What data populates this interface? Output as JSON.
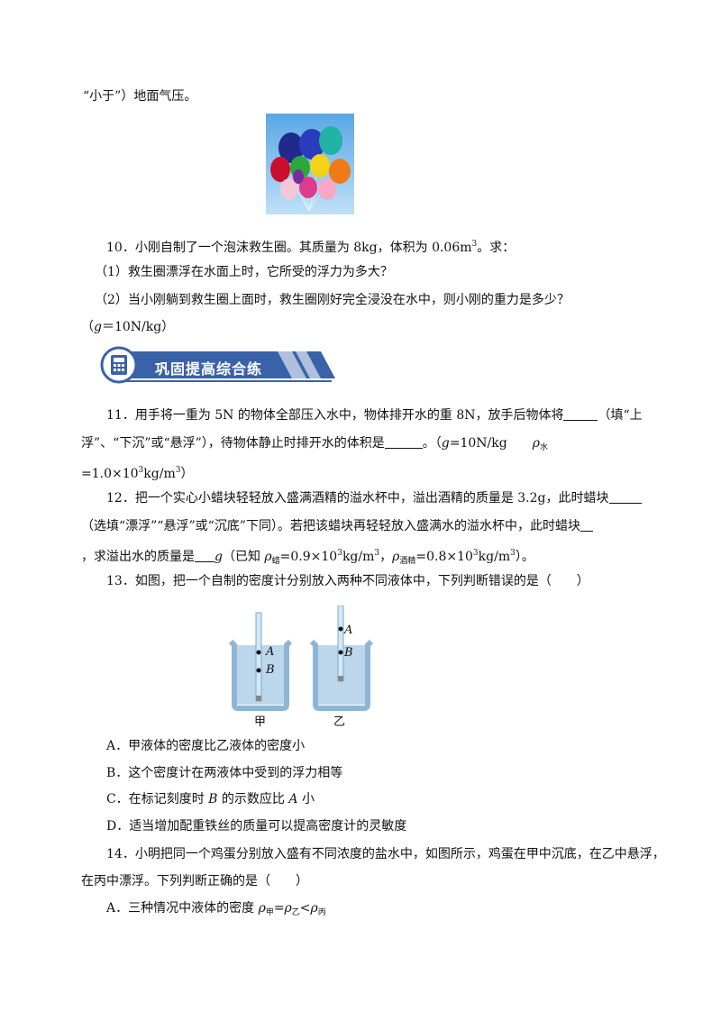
{
  "q9_tail": "“小于”）地面气压。",
  "q10": {
    "stem_a": "10．小刚自制了一个泡沫救生圈。其质量为 8kg，体积为 0.06m",
    "stem_sup": "3",
    "stem_b": "。求：",
    "part1": "（1）救生圈漂浮在水面上时，它所受的浮力为多大？",
    "part2": "（2）当小刚躺到救生圈上面时，救生圈刚好完全浸没在水中，则小刚的重力是多少？",
    "given_a": "（",
    "given_g": "g",
    "given_b": "＝10N/kg）"
  },
  "banner": {
    "title": "巩固提高综合练",
    "icon": "calculator-icon"
  },
  "q11": {
    "line1_a": "11．用手将一重为 5N 的物体全部压入水中，物体排开水的重 8N，放手后物体将",
    "line1_b": "（填“上",
    "line2_a": "浮”、“下沉”或“悬浮”），待物体静止时排开水的体积是",
    "line2_b": "。（",
    "line2_g": "g",
    "line2_c": "=10N/kg",
    "line2_rho": "ρ",
    "line2_rho_sub": "水",
    "line3_a": "=1.0×10",
    "line3_sup1": "3",
    "line3_b": "kg/m",
    "line3_sup2": "3",
    "line3_c": "）"
  },
  "q12": {
    "line1": "12．把一个实心小蜡块轻轻放入盛满酒精的溢水杯中，溢出酒精的质量是 3.2g，此时蜡块",
    "line2": "（选填“漂浮”“悬浮”或“沉底”下同）。若把该蜡块再轻轻放入盛满水的溢水杯中，此时蜡块",
    "line3_a": "，求溢出水的质量是",
    "line3_g": "g",
    "line3_b": "（已知 ",
    "rho1": "ρ",
    "rho1_sub": "蜡",
    "rho1_val": "=0.9×10",
    "rho1_sup": "3",
    "rho1_unit": "kg/m",
    "rho1_unit_sup": "3",
    "sep": "，",
    "rho2": "ρ",
    "rho2_sub": "酒精",
    "rho2_val": "=0.8×10",
    "rho2_sup": "3",
    "rho2_unit": "kg/m",
    "rho2_unit_sup": "3",
    "end": "）。"
  },
  "q13": {
    "stem": "13．如图，把一个自制的密度计分别放入两种不同液体中，下列判断错误的是（　　）",
    "figure": {
      "left_label": "甲",
      "right_label": "乙",
      "point_a": "A",
      "point_b": "B"
    },
    "option_a": "A．甲液体的密度比乙液体的密度小",
    "option_b": "B．这个密度计在两液体中受到的浮力相等",
    "option_c_a": "C．在标记刻度时 ",
    "option_c_b": "B",
    "option_c_c": " 的示数应比 ",
    "option_c_d": "A",
    "option_c_e": " 小",
    "option_d": "D．适当增加配重铁丝的质量可以提高密度计的灵敏度"
  },
  "q14": {
    "line1": "14．小明把同一个鸡蛋分别放入盛有不同浓度的盐水中，如图所示，鸡蛋在甲中沉底，在乙中悬浮，",
    "line2": "在丙中漂浮。下列判断正确的是（　　）",
    "option_a_a": "A．三种情况中液体的密度 ",
    "option_a_rho1": "ρ",
    "option_a_sub1": "甲",
    "option_a_eq": "=",
    "option_a_rho2": "ρ",
    "option_a_sub2": "乙",
    "option_a_lt": "<",
    "option_a_rho3": "ρ",
    "option_a_sub3": "丙"
  }
}
